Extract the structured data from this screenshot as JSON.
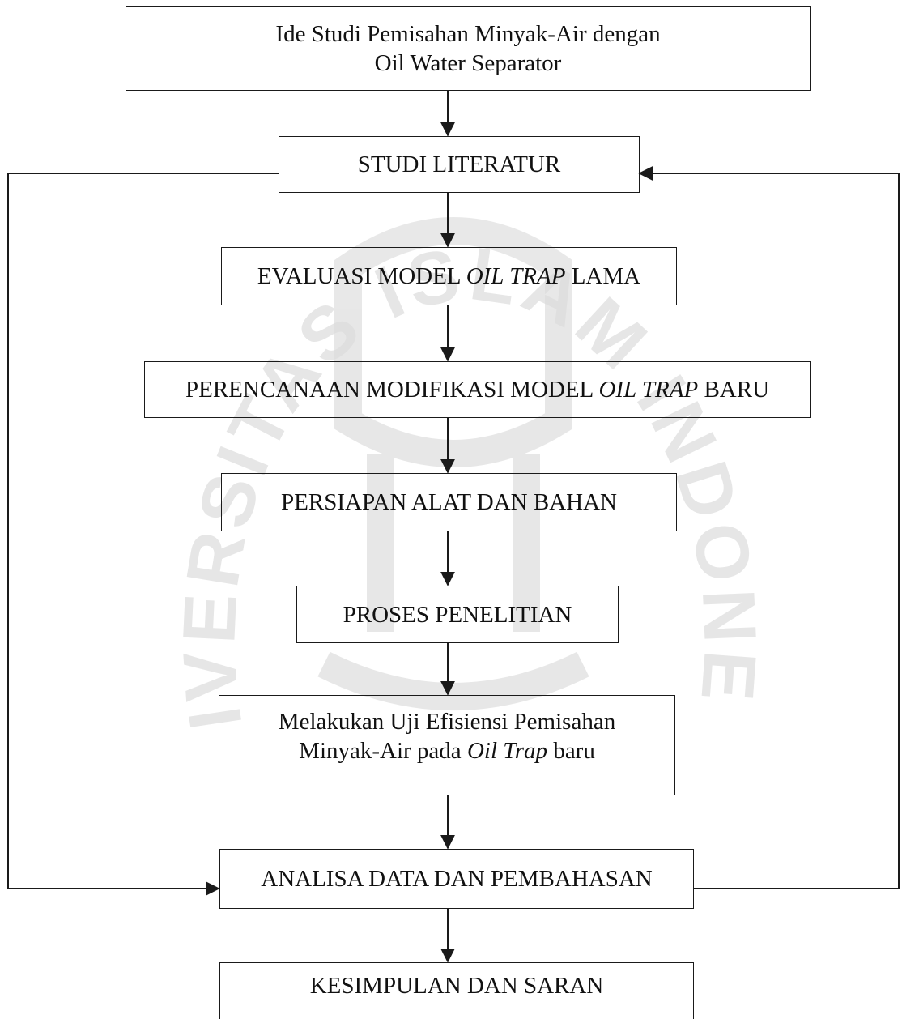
{
  "flowchart": {
    "nodes": [
      {
        "id": "ide",
        "lines": [
          [
            {
              "text": "Ide Studi Pemisahan Minyak-Air dengan",
              "italic": false
            }
          ],
          [
            {
              "text": "Oil Water Separator",
              "italic": false
            }
          ]
        ]
      },
      {
        "id": "studi",
        "lines": [
          [
            {
              "text": "STUDI LITERATUR",
              "italic": false
            }
          ]
        ]
      },
      {
        "id": "evaluasi",
        "lines": [
          [
            {
              "text": "EVALUASI MODEL ",
              "italic": false
            },
            {
              "text": "OIL TRAP",
              "italic": true
            },
            {
              "text": " LAMA",
              "italic": false
            }
          ]
        ]
      },
      {
        "id": "perencanaan",
        "lines": [
          [
            {
              "text": "PERENCANAAN MODIFIKASI MODEL ",
              "italic": false
            },
            {
              "text": "OIL TRAP",
              "italic": true
            },
            {
              "text": " BARU",
              "italic": false
            }
          ]
        ]
      },
      {
        "id": "persiapan",
        "lines": [
          [
            {
              "text": "PERSIAPAN ALAT DAN BAHAN",
              "italic": false
            }
          ]
        ]
      },
      {
        "id": "proses",
        "lines": [
          [
            {
              "text": "PROSES PENELITIAN",
              "italic": false
            }
          ]
        ]
      },
      {
        "id": "uji",
        "lines": [
          [
            {
              "text": "Melakukan Uji Efisiensi Pemisahan",
              "italic": false
            }
          ],
          [
            {
              "text": "Minyak-Air pada ",
              "italic": false
            },
            {
              "text": "Oil Trap",
              "italic": true
            },
            {
              "text": " baru",
              "italic": false
            }
          ]
        ]
      },
      {
        "id": "analisa",
        "lines": [
          [
            {
              "text": "ANALISA DATA DAN PEMBAHASAN",
              "italic": false
            }
          ]
        ]
      },
      {
        "id": "kesimpulan",
        "lines": [
          [
            {
              "text": "KESIMPULAN DAN SARAN",
              "italic": false
            }
          ]
        ]
      }
    ],
    "edges": [
      {
        "from": "ide",
        "to": "studi"
      },
      {
        "from": "studi",
        "to": "evaluasi"
      },
      {
        "from": "evaluasi",
        "to": "perencanaan"
      },
      {
        "from": "perencanaan",
        "to": "persiapan"
      },
      {
        "from": "persiapan",
        "to": "proses"
      },
      {
        "from": "proses",
        "to": "uji"
      },
      {
        "from": "uji",
        "to": "analisa"
      },
      {
        "from": "analisa",
        "to": "kesimpulan"
      },
      {
        "from": "studi",
        "to": "analisa",
        "route": "left-loop"
      },
      {
        "from": "analisa",
        "to": "studi",
        "route": "right-loop"
      }
    ],
    "watermark": {
      "text": "UNIVERSITAS ISLAM INDONESIA",
      "color": "#d6d6d6"
    },
    "colors": {
      "stroke": "#1a1a1a",
      "text": "#111111",
      "background": "#ffffff"
    }
  }
}
